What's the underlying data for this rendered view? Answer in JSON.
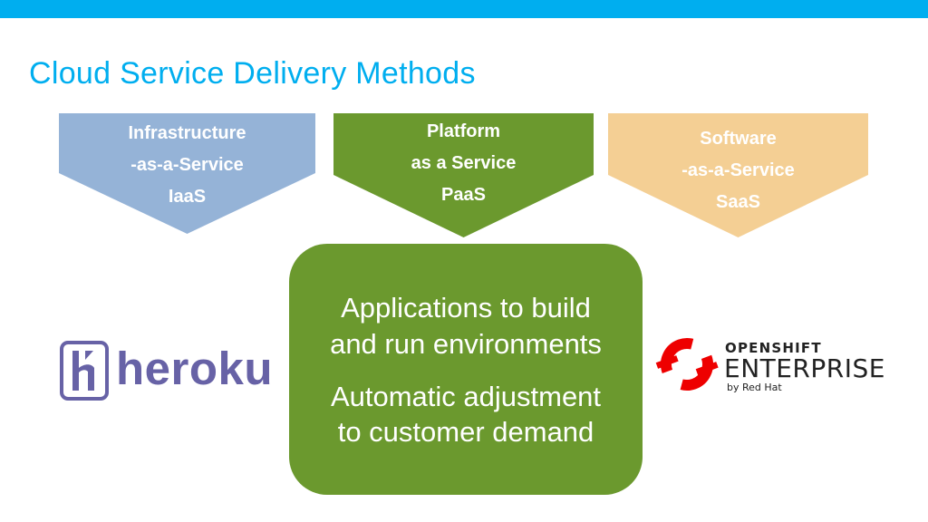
{
  "colors": {
    "accent": "#00aeef",
    "iaas": "#95b3d7",
    "paas": "#6b992e",
    "saas": "#f4cf94",
    "heroku": "#6762a6",
    "openshift_red": "#ee0000"
  },
  "slide": {
    "title": "Cloud Service Delivery Methods"
  },
  "services": [
    {
      "lines": [
        "Infrastructure",
        "-as-a-Service",
        "IaaS"
      ]
    },
    {
      "lines": [
        "Platform",
        "as a Service",
        "PaaS"
      ]
    },
    {
      "lines": [
        "Software",
        "-as-a-Service",
        "SaaS"
      ]
    }
  ],
  "center": {
    "lines": [
      "Applications to build",
      "and run environments",
      "Automatic adjustment",
      "to customer demand"
    ]
  },
  "logos": {
    "heroku": {
      "text": "heroku",
      "icon": "heroku-icon"
    },
    "openshift": {
      "line1": "OPENSHIFT",
      "line2": "ENTERPRISE",
      "line3": "by Red Hat",
      "icon": "openshift-icon"
    }
  }
}
